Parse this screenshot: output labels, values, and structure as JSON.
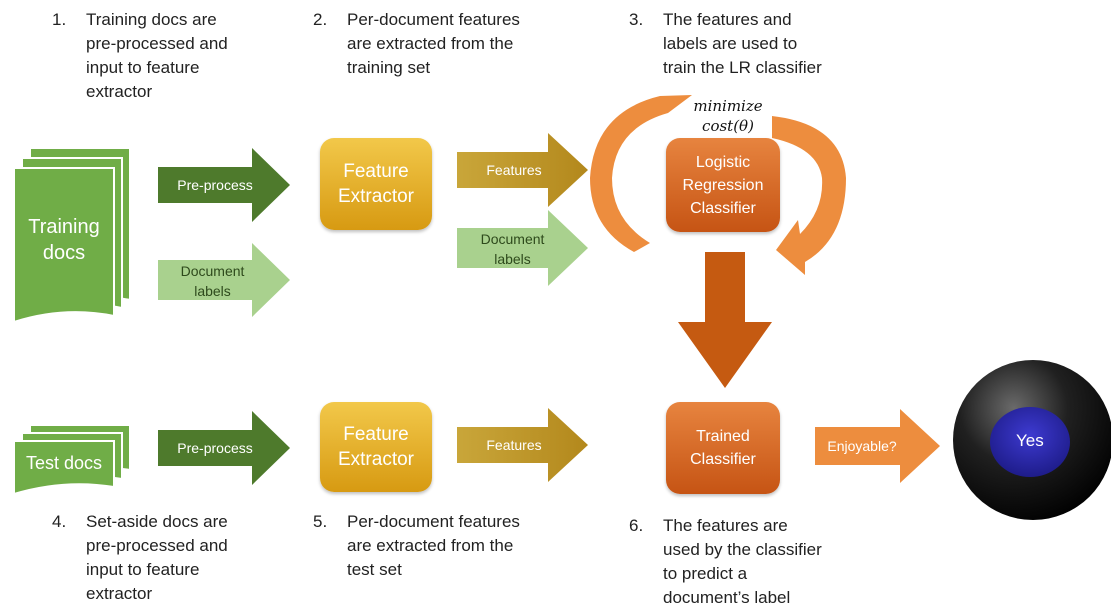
{
  "steps": {
    "s1": {
      "num": "1.",
      "text": "Training docs are\npre-processed  and\ninput to feature\nextractor"
    },
    "s2": {
      "num": "2.",
      "text": "Per-document  features\nare extracted from the\ntraining  set"
    },
    "s3": {
      "num": "3.",
      "text": "The features and\nlabels are used to\ntrain the LR classifier"
    },
    "s4": {
      "num": "4.",
      "text": "Set-aside docs are\npre-processed  and\ninput to feature\nextractor"
    },
    "s5": {
      "num": "5.",
      "text": "Per-document features\nare extracted from the\ntest set"
    },
    "s6": {
      "num": "6.",
      "text": "The features are\nused by the classifier\nto predict a\ndocument’s label"
    }
  },
  "docs": {
    "training": "Training\ndocs",
    "test": "Test docs"
  },
  "arrows": {
    "preprocess_top": "Pre-process",
    "document_labels_left": "Document\nlabels",
    "features_top": "Features",
    "document_labels_mid": "Document\nlabels",
    "preprocess_bottom": "Pre-process",
    "features_bottom": "Features",
    "enjoyable": "Enjoyable?"
  },
  "boxes": {
    "feature_extractor_top": "Feature\nExtractor",
    "logistic_regression": "Logistic\nRegression\nClassifier",
    "feature_extractor_bottom": "Feature\nExtractor",
    "trained_classifier": "Trained\nClassifier"
  },
  "math": {
    "cost": "minimize\ncost(θ)"
  },
  "ball": {
    "text": "Yes"
  },
  "colors": {
    "dark_green": "#4e7a2c",
    "light_green": "#a9d18e",
    "doc_green": "#70ad47",
    "yellow": "#e0a81e",
    "olive": "#c09a2a",
    "orange": "#c55a11",
    "light_orange": "#ed8d3e",
    "ball_face": "#2e2bb0"
  }
}
